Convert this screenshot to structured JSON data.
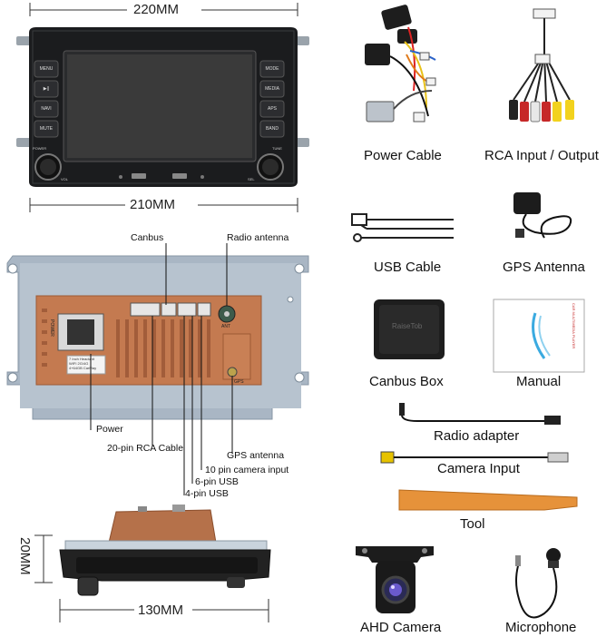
{
  "dimensions": {
    "front_width": "220MM",
    "front_inner_width": "210MM",
    "side_height": "20MM",
    "side_width": "130MM"
  },
  "head_unit": {
    "buttons_left": [
      "MENU",
      "▶||",
      "NAVI",
      "MUTE"
    ],
    "buttons_right": [
      "MODE",
      "MEDIA",
      "APS",
      "BAND"
    ],
    "knob_labels": [
      "POWER",
      "VOL",
      "TUNE",
      "SEL"
    ]
  },
  "back_panel": {
    "callouts": {
      "canbus": "Canbus",
      "radio_antenna": "Radio antenna",
      "power": "Power",
      "rca_cable": "20-pin RCA Cable",
      "gps_antenna": "GPS antenna",
      "camera_input": "10 pin camera input",
      "usb6": "6-pin USB",
      "usb4": "4-pin USB"
    },
    "sticker_lines": [
      "7 Inch Headunit",
      "WIFI 2G/4G",
      "4+64GB CarPlay"
    ],
    "ant_label": "ANT",
    "gps_label": "GPS",
    "power_label": "POWER"
  },
  "accessories": [
    {
      "id": "power-cable",
      "label": "Power Cable"
    },
    {
      "id": "rca",
      "label": "RCA Input / Output"
    },
    {
      "id": "usb-cable",
      "label": "USB Cable"
    },
    {
      "id": "gps-antenna",
      "label": "GPS Antenna"
    },
    {
      "id": "canbus-box",
      "label": "Canbus Box"
    },
    {
      "id": "manual",
      "label": "Manual"
    },
    {
      "id": "radio-adapter",
      "label": "Radio adapter"
    },
    {
      "id": "camera-input",
      "label": "Camera Input"
    },
    {
      "id": "tool",
      "label": "Tool"
    },
    {
      "id": "ahd-camera",
      "label": "AHD Camera"
    },
    {
      "id": "microphone",
      "label": "Microphone"
    }
  ],
  "canbus_box_brand": "RaiseTob",
  "manual_title": "CAR MULTIMEDIA PLAYER"
}
